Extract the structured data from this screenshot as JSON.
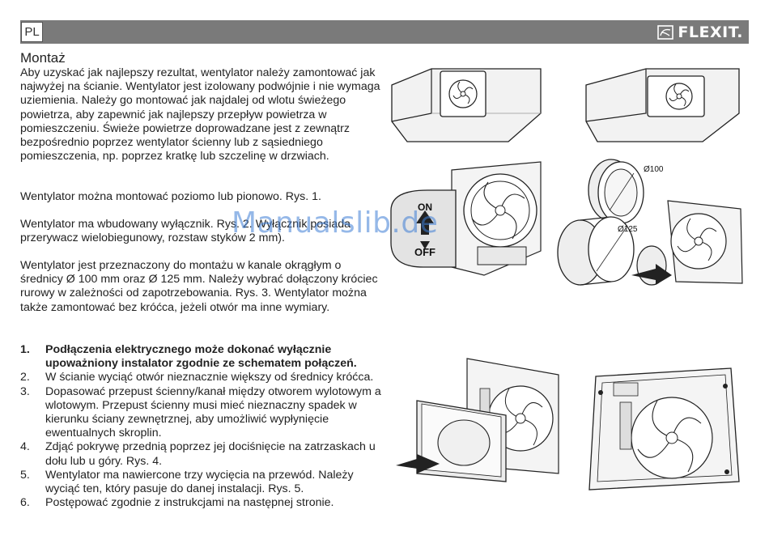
{
  "header": {
    "lang": "PL",
    "brand": "FLEXIT."
  },
  "title": "Montaż",
  "paragraphs": [
    "Aby uzyskać jak najlepszy rezultat, wentylator należy zamontować jak najwyżej na ścianie. Wentylator jest izolowany podwójnie i nie wymaga uziemienia. Należy go montować jak najdalej od wlotu świeżego powietrza, aby zapewnić jak najlepszy przepływ powietrza w pomieszczeniu. Świeże powietrze doprowadzane jest z zewnątrz bezpośrednio poprzez wentylator ścienny lub z sąsiedniego pomieszczenia, np. poprzez kratkę lub szczelinę w drzwiach.",
    "Wentylator można montować poziomo lub pionowo. Rys. 1.",
    "Wentylator ma wbudowany wyłącznik. Rys. 2. Wyłącznik posiada przerywacz wielobiegunowy, rozstaw styków 2 mm).",
    "Wentylator jest przeznaczony do montażu w kanale okrągłym o średnicy Ø 100 mm oraz Ø 125 mm. Należy wybrać dołączony króciec rurowy w zależności od zapotrzebowania. Rys. 3. Wentylator można także zamontować bez króćca, jeżeli otwór ma inne wymiary."
  ],
  "steps": [
    {
      "num": "1.",
      "text": "Podłączenia elektrycznego może dokonać wyłącznie upoważniony instalator zgodnie ze schematem połączeń."
    },
    {
      "num": "2.",
      "text": "W ścianie wyciąć otwór nieznacznie większy od średnicy króćca."
    },
    {
      "num": "3.",
      "text": "Dopasować przepust ścienny/kanał między otworem wylotowym a wlotowym. Przepust ścienny musi mieć nieznaczny spadek w kierunku ściany zewnętrznej, aby umożliwić wypłynięcie ewentualnych skroplin."
    },
    {
      "num": "4.",
      "text": "Zdjąć pokrywę przednią poprzez jej dociśnięcie na zatrzaskach u dołu lub u góry. Rys. 4."
    },
    {
      "num": "5.",
      "text": "Wentylator ma nawiercone trzy wycięcia na przewód. Należy wyciąć ten, który pasuje do danej instalacji. Rys. 5."
    },
    {
      "num": "6.",
      "text": "Postępować zgodnie z instrukcjami na następnej stronie."
    }
  ],
  "figures": {
    "switch_on": "ON",
    "switch_off": "OFF",
    "dia_100": "Ø100",
    "dia_125": "Ø125"
  },
  "watermark": "Manualslib.de"
}
